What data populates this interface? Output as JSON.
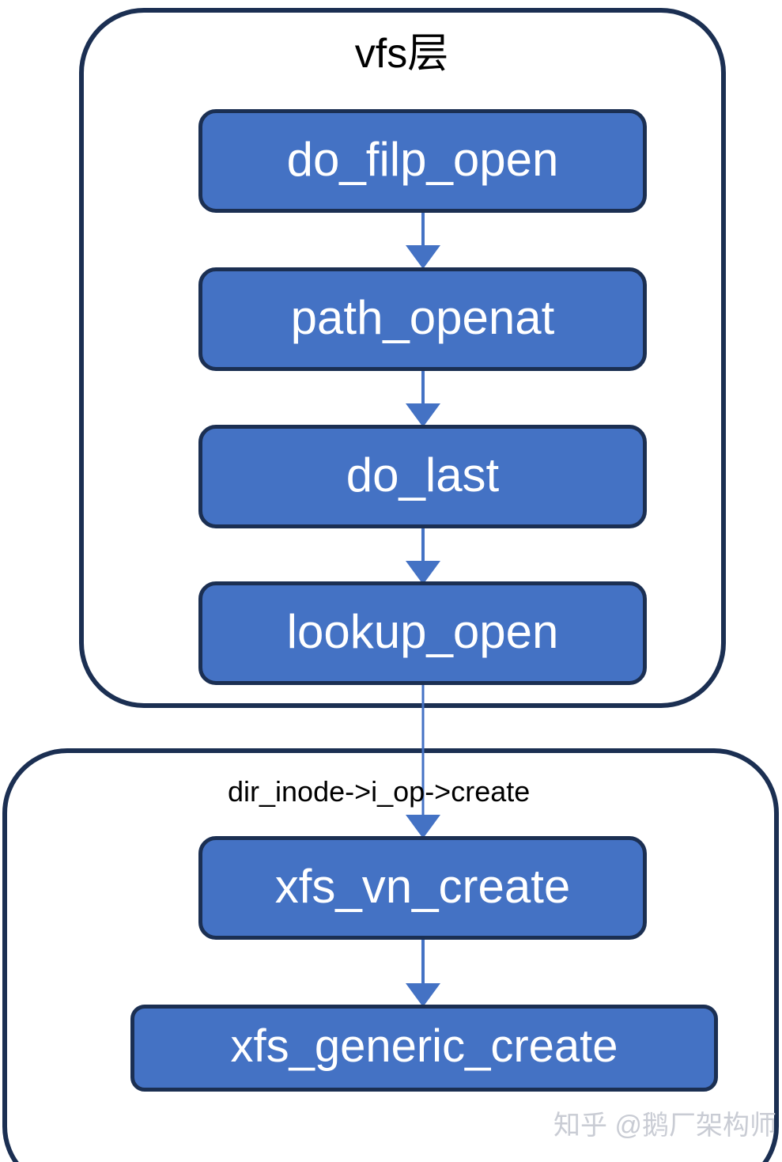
{
  "diagram": {
    "type": "flowchart",
    "orientation": "top-to-bottom",
    "groups": [
      {
        "id": "vfs",
        "title": "vfs层",
        "node_ids": [
          "do_filp_open",
          "path_openat",
          "do_last",
          "lookup_open"
        ]
      },
      {
        "id": "xfs",
        "title": "",
        "node_ids": [
          "xfs_vn_create",
          "xfs_generic_create"
        ]
      }
    ],
    "nodes": [
      {
        "id": "do_filp_open",
        "label": "do_filp_open"
      },
      {
        "id": "path_openat",
        "label": "path_openat"
      },
      {
        "id": "do_last",
        "label": "do_last"
      },
      {
        "id": "lookup_open",
        "label": "lookup_open"
      },
      {
        "id": "xfs_vn_create",
        "label": "xfs_vn_create"
      },
      {
        "id": "xfs_generic_create",
        "label": "xfs_generic_create"
      }
    ],
    "edges": [
      {
        "from": "do_filp_open",
        "to": "path_openat",
        "label": ""
      },
      {
        "from": "path_openat",
        "to": "do_last",
        "label": ""
      },
      {
        "from": "do_last",
        "to": "lookup_open",
        "label": ""
      },
      {
        "from": "lookup_open",
        "to": "xfs_vn_create",
        "label": "dir_inode->i_op->create"
      },
      {
        "from": "xfs_vn_create",
        "to": "xfs_generic_create",
        "label": ""
      }
    ]
  },
  "watermark": {
    "text": "知乎 @鹅厂架构师"
  },
  "colors": {
    "node_fill": "#4472C4",
    "node_border": "#1B2F52",
    "node_text": "#FFFFFF",
    "group_border": "#1B2F52",
    "arrow": "#4472C4",
    "label_text": "#000000",
    "background": "#FFFFFF",
    "watermark_text": "#C9CCD4"
  }
}
